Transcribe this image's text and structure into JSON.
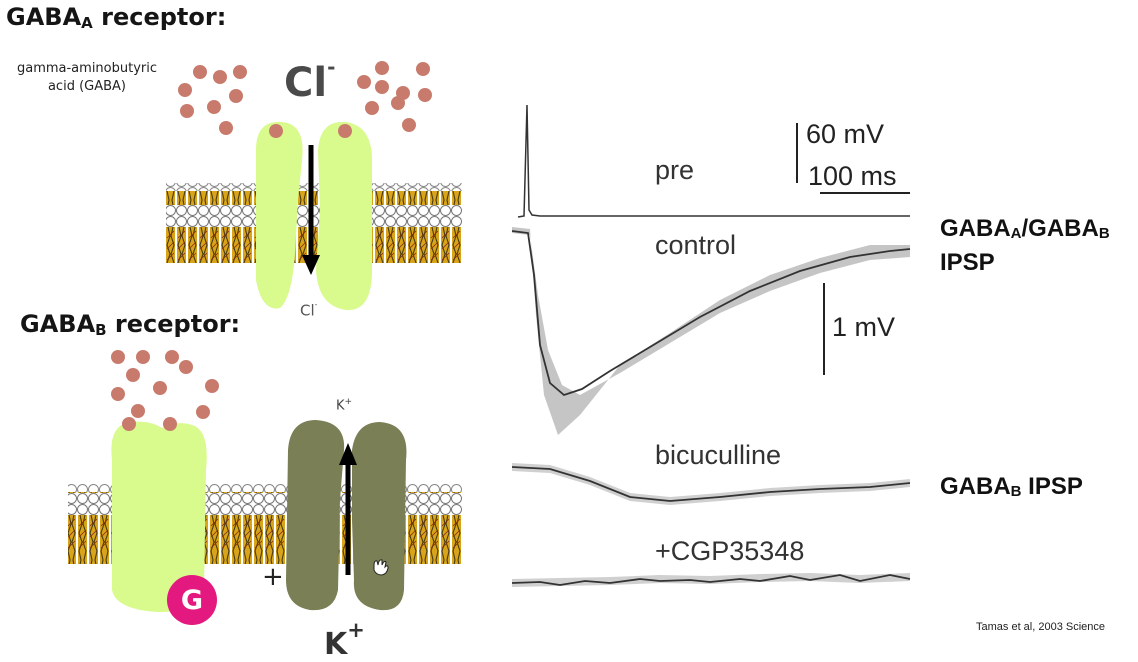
{
  "gaba_a": {
    "heading_main": "GABA",
    "heading_sub": "A",
    "heading_rest": " receptor:",
    "ligand_label": "gamma-aminobutyric acid (GABA)",
    "ion_top": "Cl",
    "ion_top_charge": "-",
    "ion_bottom": "Cl",
    "ion_bottom_charge": "-"
  },
  "gaba_b": {
    "heading_main": "GABA",
    "heading_sub": "B",
    "heading_rest": " receptor:",
    "g_protein_label": "G",
    "plus_sign": "+",
    "ion_top": "K",
    "ion_top_charge": "+",
    "ion_bottom": "K",
    "ion_bottom_charge": "+"
  },
  "colors": {
    "gaba_dot": "#c87b6c",
    "gaba_a_channel": "#d9fa8c",
    "k_channel": "#7a7f55",
    "g_protein": "#e4197f",
    "membrane_head": "#ffffff",
    "membrane_tail": "#d4a017"
  },
  "recording": {
    "trace_pre": "pre",
    "trace_control": "control",
    "trace_bicuculline": "bicuculline",
    "trace_cgp": "+CGP35348",
    "scale_pre_voltage": "60 mV",
    "scale_time": "100 ms",
    "scale_ipsp_voltage": "1 mV",
    "label_ab_line1_pre": "GABA",
    "label_ab_sub1": "A",
    "label_ab_mid": "/GABA",
    "label_ab_sub2": "B",
    "label_ab_line2": "IPSP",
    "label_b_pre": "GABA",
    "label_b_sub": "B",
    "label_b_post": " IPSP"
  },
  "citation": "Tamas et al, 2003 Science"
}
